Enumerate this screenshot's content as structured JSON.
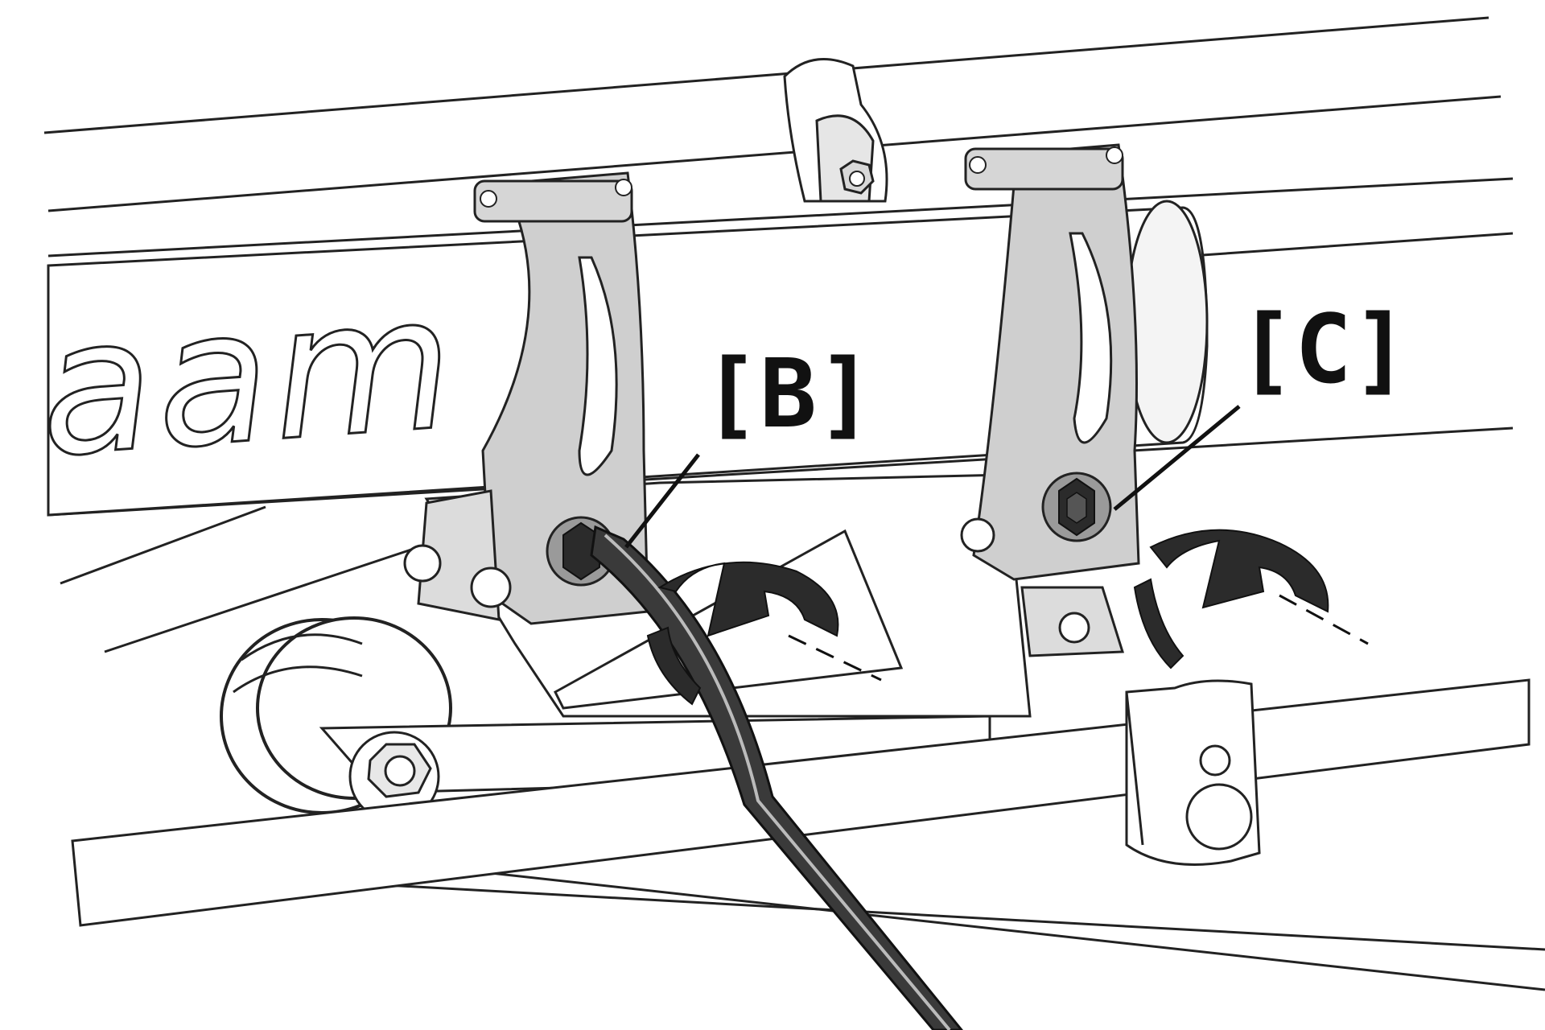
{
  "figure": {
    "brand_text": "aam",
    "callouts": [
      {
        "id": "B",
        "label": "[B]"
      },
      {
        "id": "C",
        "label": "[C]"
      }
    ]
  },
  "colors": {
    "line": "#222222",
    "clamp_fill": "#cfcfcf",
    "clamp_dark": "#9a9a9a",
    "arrow_fill": "#2b2b2b",
    "tube_fill": "#ffffff"
  },
  "icons": {
    "rotation_arrow": "curved-rotation-arrow-icon",
    "hex_key": "hex-key-icon",
    "hex_bolt": "hex-bolt-icon"
  }
}
